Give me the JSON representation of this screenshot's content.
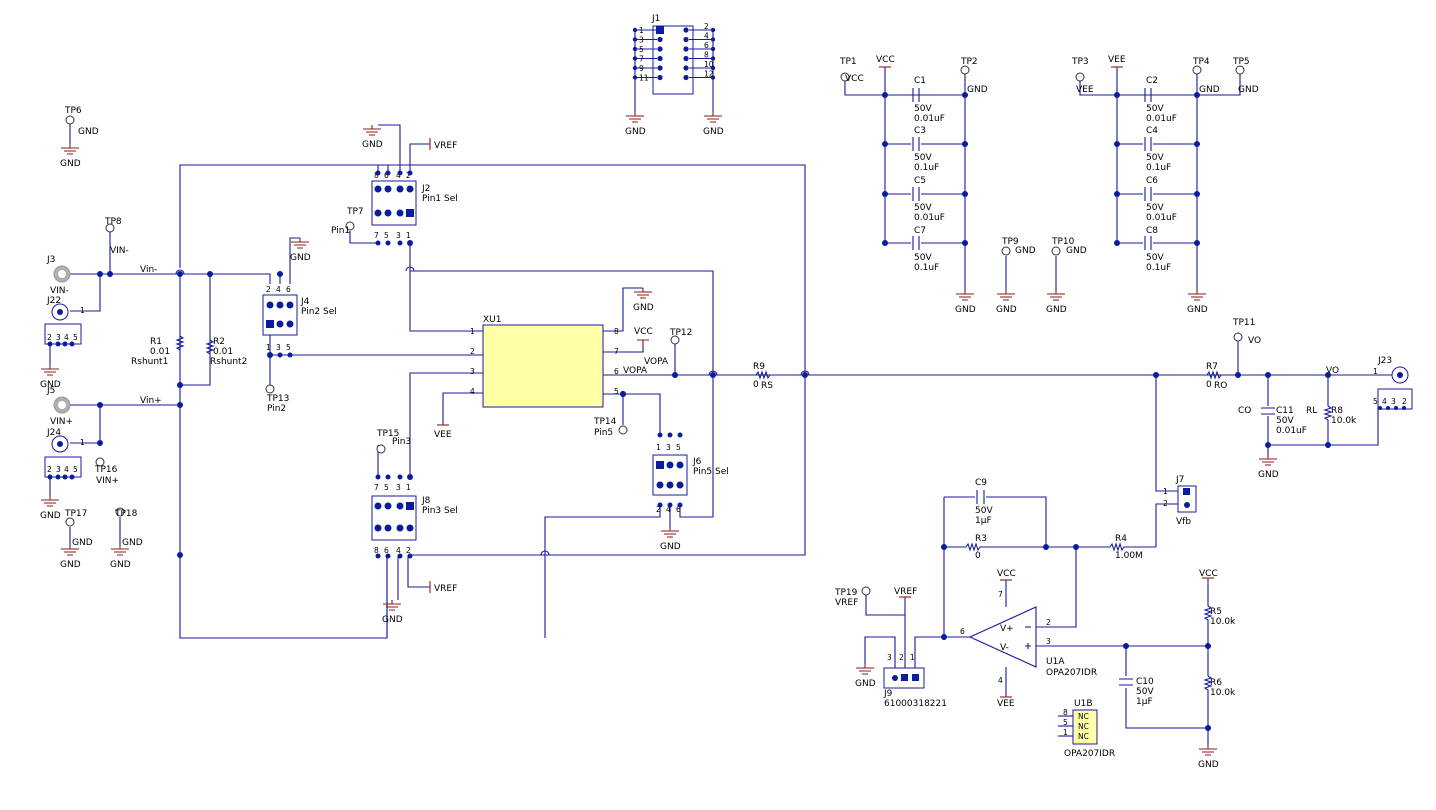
{
  "colors": {
    "wire": "#1a1aa0",
    "dot": "#0b1c9c",
    "ground": "#8b1a1a",
    "ic_fill": "#ffffa8",
    "connector": "#b0b0b0"
  },
  "testpoints": [
    {
      "ref": "TP6",
      "net": "GND",
      "ground": "GND"
    },
    {
      "ref": "TP8",
      "net": "VIN-"
    },
    {
      "ref": "TP16",
      "net": "VIN+"
    },
    {
      "ref": "TP17",
      "net": "GND",
      "ground": "GND"
    },
    {
      "ref": "TP18",
      "net": "GND",
      "ground": "GND"
    },
    {
      "ref": "TP7",
      "net": "Pin1"
    },
    {
      "ref": "TP13",
      "net": "Pin2"
    },
    {
      "ref": "TP15",
      "net": "Pin3"
    },
    {
      "ref": "TP14",
      "net": "Pin5"
    },
    {
      "ref": "TP12",
      "net": "VOPA"
    },
    {
      "ref": "TP1",
      "net": "VCC"
    },
    {
      "ref": "TP2",
      "net": "GND"
    },
    {
      "ref": "TP3",
      "net": "VEE"
    },
    {
      "ref": "TP4",
      "net": "GND"
    },
    {
      "ref": "TP5",
      "net": "GND"
    },
    {
      "ref": "TP9",
      "net": "GND",
      "ground": "GND"
    },
    {
      "ref": "TP10",
      "net": "GND",
      "ground": "GND"
    },
    {
      "ref": "TP11",
      "net": "VO"
    },
    {
      "ref": "TP19",
      "net": "VREF"
    }
  ],
  "connectors": {
    "J1": {
      "ref": "J1",
      "left_pins": [
        "1",
        "3",
        "5",
        "7",
        "9",
        "11"
      ],
      "right_pins": [
        "2",
        "4",
        "6",
        "8",
        "10",
        "12"
      ],
      "ground": "GND"
    },
    "J2": {
      "ref": "J2",
      "label": "Pin1 Sel",
      "top_pins": [
        "8",
        "6",
        "4",
        "2"
      ],
      "bottom_pins": [
        "7",
        "5",
        "3",
        "1"
      ]
    },
    "J3": {
      "ref": "J3",
      "net": "VIN-"
    },
    "J4": {
      "ref": "J4",
      "label": "Pin2 Sel",
      "top_pins": [
        "2",
        "4",
        "6"
      ],
      "bottom_pins": [
        "1",
        "3",
        "5"
      ]
    },
    "J5": {
      "ref": "J5",
      "net": "VIN+"
    },
    "J6": {
      "ref": "J6",
      "label": "Pin5 Sel",
      "top_pins": [
        "1",
        "3",
        "5"
      ],
      "bottom_pins": [
        "2",
        "4",
        "6"
      ]
    },
    "J7": {
      "ref": "J7",
      "label": "Vfb",
      "pins": [
        "1",
        "2"
      ]
    },
    "J8": {
      "ref": "J8",
      "label": "Pin3 Sel",
      "top_pins": [
        "7",
        "5",
        "3",
        "1"
      ],
      "bottom_pins": [
        "8",
        "6",
        "4",
        "2"
      ]
    },
    "J9": {
      "ref": "J9",
      "part": "61000318221",
      "pins": [
        "3",
        "2",
        "1"
      ]
    },
    "J22": {
      "ref": "J22",
      "pins": [
        "1",
        "2",
        "3",
        "4",
        "5"
      ]
    },
    "J23": {
      "ref": "J23",
      "pins": [
        "1",
        "5",
        "4",
        "3",
        "2"
      ]
    },
    "J24": {
      "ref": "J24",
      "pins": [
        "1",
        "2",
        "3",
        "4",
        "5"
      ]
    }
  },
  "resistors": [
    {
      "ref": "R1",
      "value": "0.01",
      "name": "Rshunt1"
    },
    {
      "ref": "R2",
      "value": "0.01",
      "name": "Rshunt2"
    },
    {
      "ref": "R9",
      "value": "0",
      "name": "RS"
    },
    {
      "ref": "R7",
      "value": "0",
      "name": "RO"
    },
    {
      "ref": "R8",
      "value": "10.0k",
      "name": "RL"
    },
    {
      "ref": "R3",
      "value": "0"
    },
    {
      "ref": "R4",
      "value": "1.00M"
    },
    {
      "ref": "R5",
      "value": "10.0k"
    },
    {
      "ref": "R6",
      "value": "10.0k"
    }
  ],
  "capacitors": [
    {
      "ref": "C1",
      "voltage": "50V",
      "value": "0.01uF"
    },
    {
      "ref": "C3",
      "voltage": "50V",
      "value": "0.1uF"
    },
    {
      "ref": "C5",
      "voltage": "50V",
      "value": "0.01uF"
    },
    {
      "ref": "C7",
      "voltage": "50V",
      "value": "0.1uF"
    },
    {
      "ref": "C2",
      "voltage": "50V",
      "value": "0.01uF"
    },
    {
      "ref": "C4",
      "voltage": "50V",
      "value": "0.1uF"
    },
    {
      "ref": "C6",
      "voltage": "50V",
      "value": "0.01uF"
    },
    {
      "ref": "C8",
      "voltage": "50V",
      "value": "0.1uF"
    },
    {
      "ref": "C11",
      "voltage": "50V",
      "value": "0.01uF",
      "name": "CO"
    },
    {
      "ref": "C9",
      "voltage": "50V",
      "value": "1µF"
    },
    {
      "ref": "C10",
      "voltage": "50V",
      "value": "1µF"
    }
  ],
  "xu1": {
    "ref": "XU1",
    "pins": [
      "1",
      "2",
      "3",
      "4",
      "5",
      "6",
      "7",
      "8"
    ]
  },
  "opamp": {
    "ref": "U1A",
    "part": "OPA207IDR",
    "pin_out": "6",
    "pin_minus": "2",
    "pin_plus": "3",
    "pin_vcc": "7",
    "pin_vee": "4",
    "vplus": "V+",
    "vminus": "V-"
  },
  "u1b": {
    "ref": "U1B",
    "part": "OPA207IDR",
    "pins": [
      "8",
      "5",
      "1"
    ],
    "nc": "NC"
  },
  "nets": {
    "vcc": "VCC",
    "vee": "VEE",
    "gnd": "GND",
    "vref": "VREF",
    "vin_minus": "Vin-",
    "vin_plus": "Vin+",
    "vopa": "VOPA",
    "vo": "VO"
  }
}
